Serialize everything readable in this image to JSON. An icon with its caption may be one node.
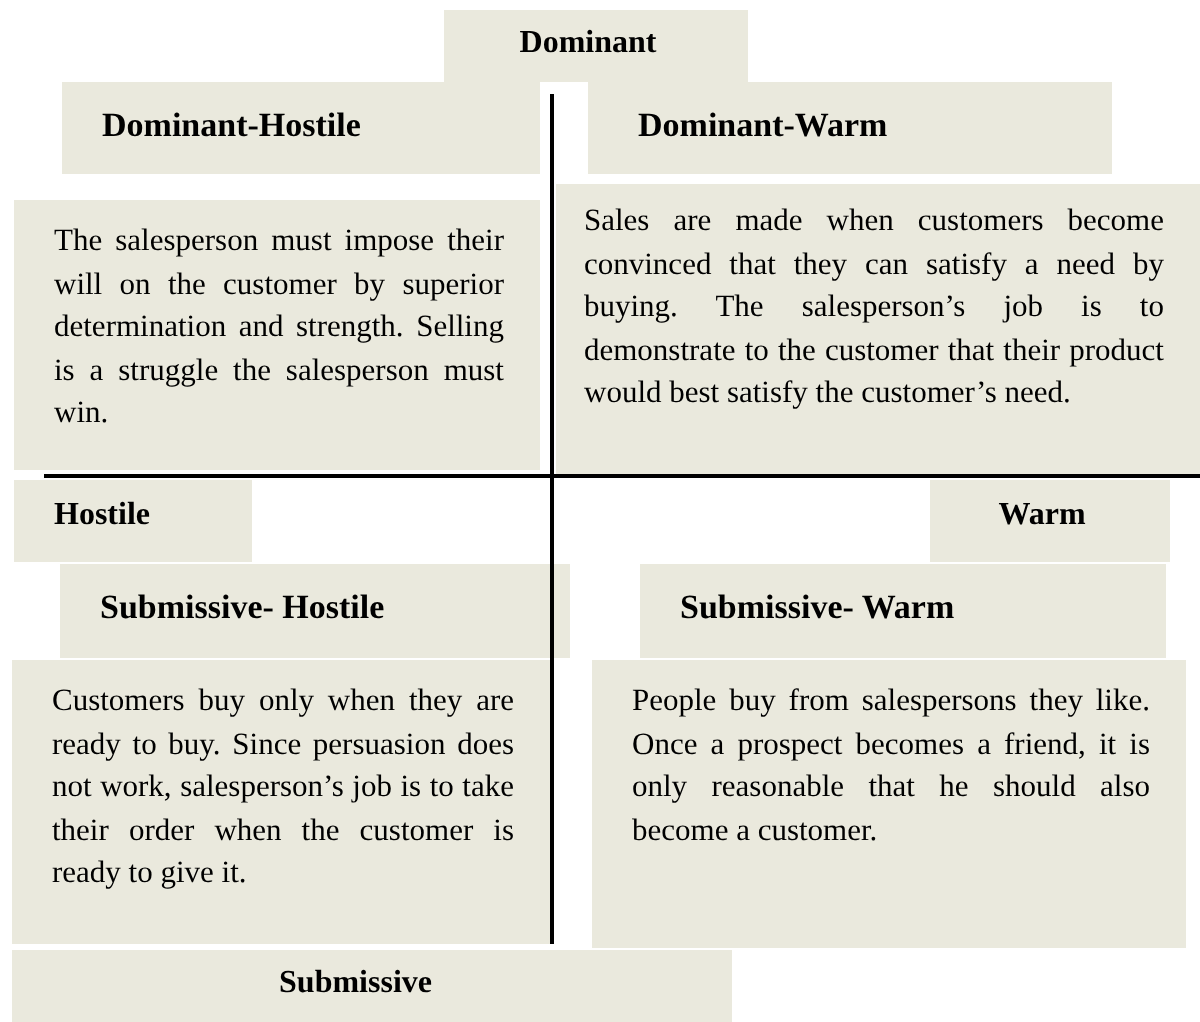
{
  "diagram": {
    "nodes": [
      {
        "text": [
          "Dominant"
        ]
      },
      {
        "text": [
          "Dominant-Hostile"
        ]
      },
      {
        "text": [
          "Dominant-Warm"
        ]
      },
      {
        "text": [
          "The salesperson must impose their will on the customer by superior determination and strength. Selling is a struggle the salesperson must win."
        ]
      },
      {
        "text": [
          "Sales are made when customers become convinced that they can satisfy a need by buying. The salesperson’s job is to demonstrate to the customer that their product would best satisfy the customer’s need."
        ]
      },
      {
        "text": [
          "Hostile"
        ]
      },
      {
        "text": [
          "Warm"
        ]
      },
      {
        "text": [
          "Submissive- Hostile"
        ]
      },
      {
        "text": [
          "Submissive- Warm"
        ]
      },
      {
        "text": [
          "Customers buy only when they are ready to buy. Since persuasion does not work, salesperson’s job is to take their order when the customer is ready to give it."
        ]
      },
      {
        "text": [
          "People buy from salespersons they like. Once a prospect becomes a friend, it is only reasonable that he should also become a customer."
        ]
      },
      {
        "text": [
          "Submissive"
        ]
      }
    ],
    "edges": []
  }
}
